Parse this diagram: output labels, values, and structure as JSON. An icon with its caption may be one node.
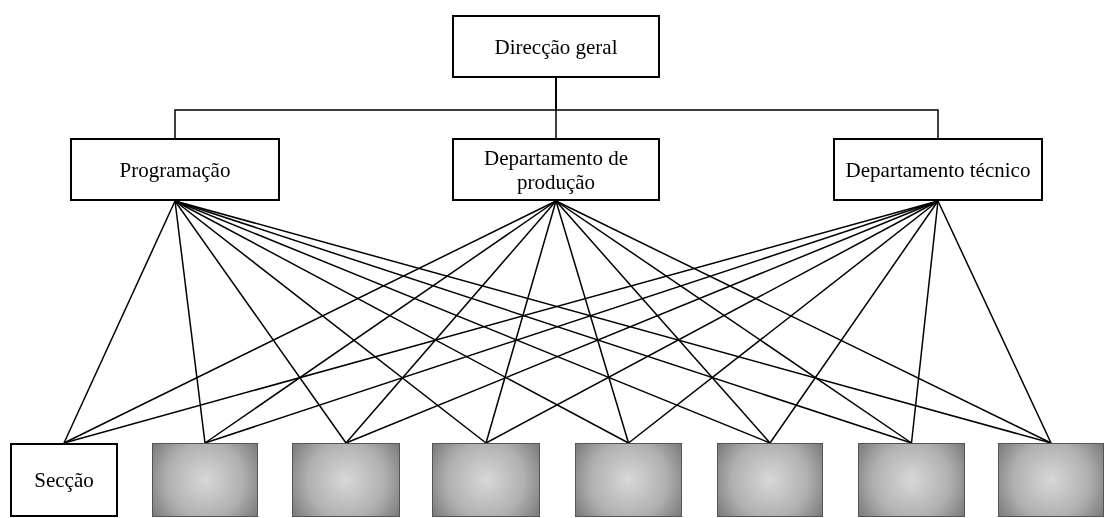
{
  "diagram": {
    "nodes": [
      {
        "text": [
          "Direcção geral"
        ]
      },
      {
        "text": [
          "Programação"
        ]
      },
      {
        "text": [
          "Departamento de produção"
        ]
      },
      {
        "text": [
          "Departamento técnico"
        ]
      },
      {
        "text": [
          "Secção"
        ]
      },
      {
        "text": [],
        "shape": "box"
      },
      {
        "text": [],
        "shape": "box"
      },
      {
        "text": [],
        "shape": "box"
      },
      {
        "text": [],
        "shape": "box"
      },
      {
        "text": [],
        "shape": "box"
      },
      {
        "text": [],
        "shape": "box"
      },
      {
        "text": [],
        "shape": "box"
      }
    ],
    "edges": [
      {
        "from": 0,
        "to": 1,
        "arrow": "none"
      },
      {
        "from": 0,
        "to": 2,
        "arrow": "none"
      },
      {
        "from": 0,
        "to": 3,
        "arrow": "none"
      },
      {
        "from": 1,
        "to": 4,
        "arrow": "none"
      },
      {
        "from": 1,
        "to": 5,
        "arrow": "none"
      },
      {
        "from": 1,
        "to": 6,
        "arrow": "none"
      },
      {
        "from": 1,
        "to": 7,
        "arrow": "none"
      },
      {
        "from": 1,
        "to": 8,
        "arrow": "none"
      },
      {
        "from": 1,
        "to": 9,
        "arrow": "none"
      },
      {
        "from": 1,
        "to": 10,
        "arrow": "none"
      },
      {
        "from": 1,
        "to": 11,
        "arrow": "none"
      },
      {
        "from": 2,
        "to": 4,
        "arrow": "none"
      },
      {
        "from": 2,
        "to": 5,
        "arrow": "none"
      },
      {
        "from": 2,
        "to": 6,
        "arrow": "none"
      },
      {
        "from": 2,
        "to": 7,
        "arrow": "none"
      },
      {
        "from": 2,
        "to": 8,
        "arrow": "none"
      },
      {
        "from": 2,
        "to": 9,
        "arrow": "none"
      },
      {
        "from": 2,
        "to": 10,
        "arrow": "none"
      },
      {
        "from": 2,
        "to": 11,
        "arrow": "none"
      },
      {
        "from": 3,
        "to": 4,
        "arrow": "none"
      },
      {
        "from": 3,
        "to": 5,
        "arrow": "none"
      },
      {
        "from": 3,
        "to": 6,
        "arrow": "none"
      },
      {
        "from": 3,
        "to": 7,
        "arrow": "none"
      },
      {
        "from": 3,
        "to": 8,
        "arrow": "none"
      },
      {
        "from": 3,
        "to": 9,
        "arrow": "none"
      },
      {
        "from": 3,
        "to": 10,
        "arrow": "none"
      },
      {
        "from": 3,
        "to": 11,
        "arrow": "none"
      }
    ]
  }
}
